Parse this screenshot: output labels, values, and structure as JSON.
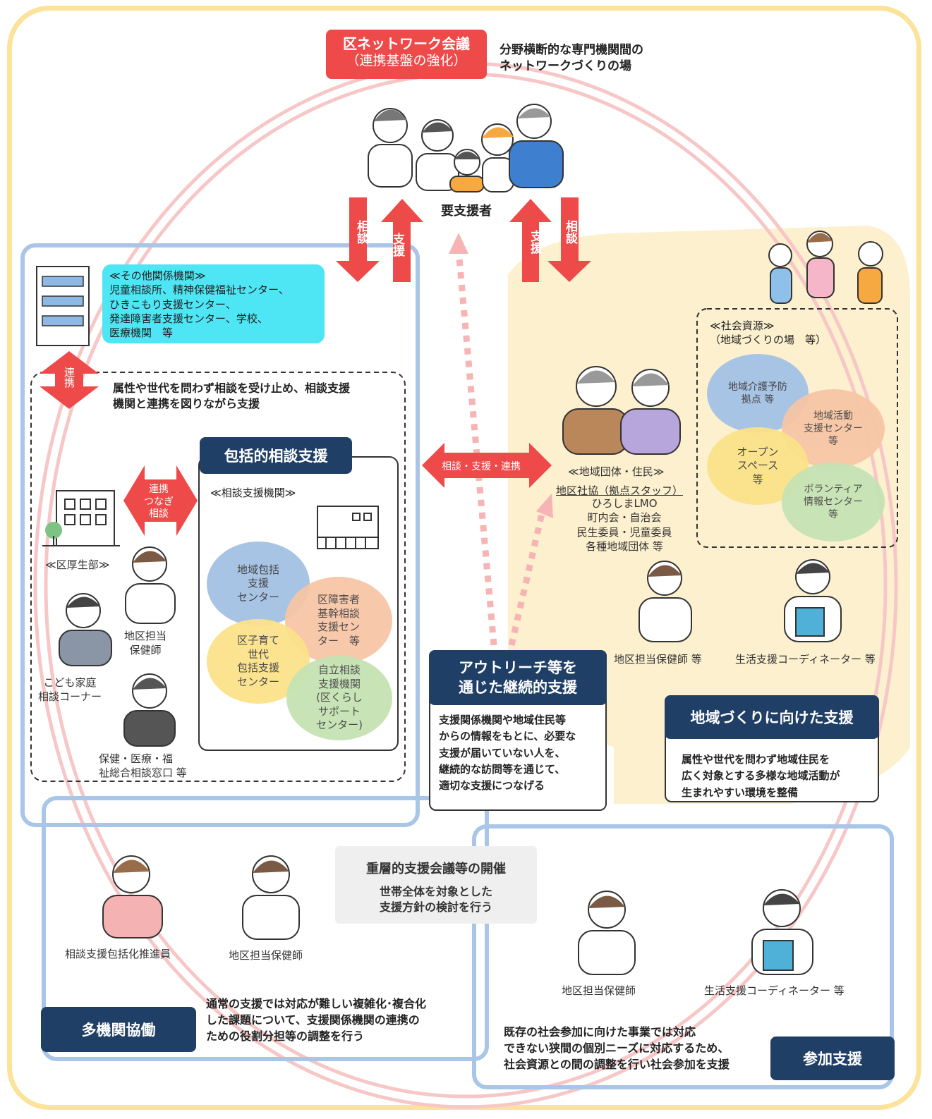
{
  "network_meeting": {
    "title": "区ネットワーク会議",
    "subtitle": "（連携基盤の強化）",
    "desc": "分野横断的な専門機関間の\nネットワークづくりの場"
  },
  "people_in_need": "要支援者",
  "arrows": {
    "soudan": "相談",
    "shien": "支援",
    "renkei": "連携",
    "center": "相談・支援・連携",
    "tsunagi": "連携\nつなぎ\n相談"
  },
  "other_orgs": {
    "title": "≪その他関係機関≫",
    "body": "児童相談所、精神保健福祉センター、\nひきこもり支援センター、\n発達障害者支援センター、学校、\n医療機関　等"
  },
  "accept_text": "属性や世代を問わず相談を受け止め、相談支援\n機関と連携を図りながら支援",
  "comprehensive": {
    "title": "包括的相談支援",
    "sub": "≪相談支援機関≫",
    "circles": [
      "地域包括\n支援\nセンター",
      "区障害者\n基幹相談\n支援セン\nター　等",
      "区子育て\n世代\n包括支援\nセンター",
      "自立相談\n支援機関\n(区くらし\nサポート\nセンター)"
    ]
  },
  "ward": {
    "label": "≪区厚生部≫",
    "nurse": "地区担当\n保健師",
    "kodomo": "こども家庭\n相談コーナー",
    "hoken": "保健・医療・福\n祉総合相談窓口 等"
  },
  "community": {
    "title": "≪地域団体・住民≫",
    "underline": "地区社協（拠点スタッフ）",
    "lines": "ひろしまLMO\n町内会・自治会\n民生委員・児童委員\n各種地域団体 等"
  },
  "social_resources": {
    "title": "≪社会資源≫\n（地域づくりの場　等）",
    "circles": [
      "地域介護予防\n拠点 等",
      "地域活動\n支援センター\n等",
      "オープン\nスペース\n等",
      "ボランティア\n情報センター\n等"
    ]
  },
  "community_staff": {
    "nurse": "地区担当保健師 等",
    "coordinator": "生活支援コーディネーター 等"
  },
  "outreach": {
    "title": "アウトリーチ等を\n通じた継続的支援",
    "body": "支援関係機関や地域住民等\nからの情報をもとに、必要な\n支援が届いていない人を、\n継続的な訪問等を通じて、\n適切な支援につなげる"
  },
  "community_building": {
    "title": "地域づくりに向けた支援",
    "body": "属性や世代を問わず地域住民を\n広く対象とする多様な地域活動が\n生まれやすい環境を整備"
  },
  "meeting": {
    "title": "重層的支援会議等の開催",
    "body": "世帯全体を対象とした\n支援方針の検討を行う"
  },
  "multi_agency": {
    "title": "多機関協働",
    "body": "通常の支援では対応が難しい複雑化･複合化\nした課題について、支援関係機関の連携の\nための役割分担等の調整を行う",
    "staff1": "相談支援包括化推進員",
    "staff2": "地区担当保健師"
  },
  "participation": {
    "title": "参加支援",
    "body": "既存の社会参加に向けた事業では対応\nできない狭間の個別ニーズに対応するため、\n社会資源との間の調整を行い社会参加を支援",
    "staff1": "地区担当保健師",
    "staff2": "生活支援コーディネーター 等"
  },
  "colors": {
    "navy": "#1f3f66",
    "red": "#ee4a4a",
    "cyan": "#4ee6f5",
    "cream": "#fdf0cf",
    "blue_frame": "#a9c6e8"
  }
}
